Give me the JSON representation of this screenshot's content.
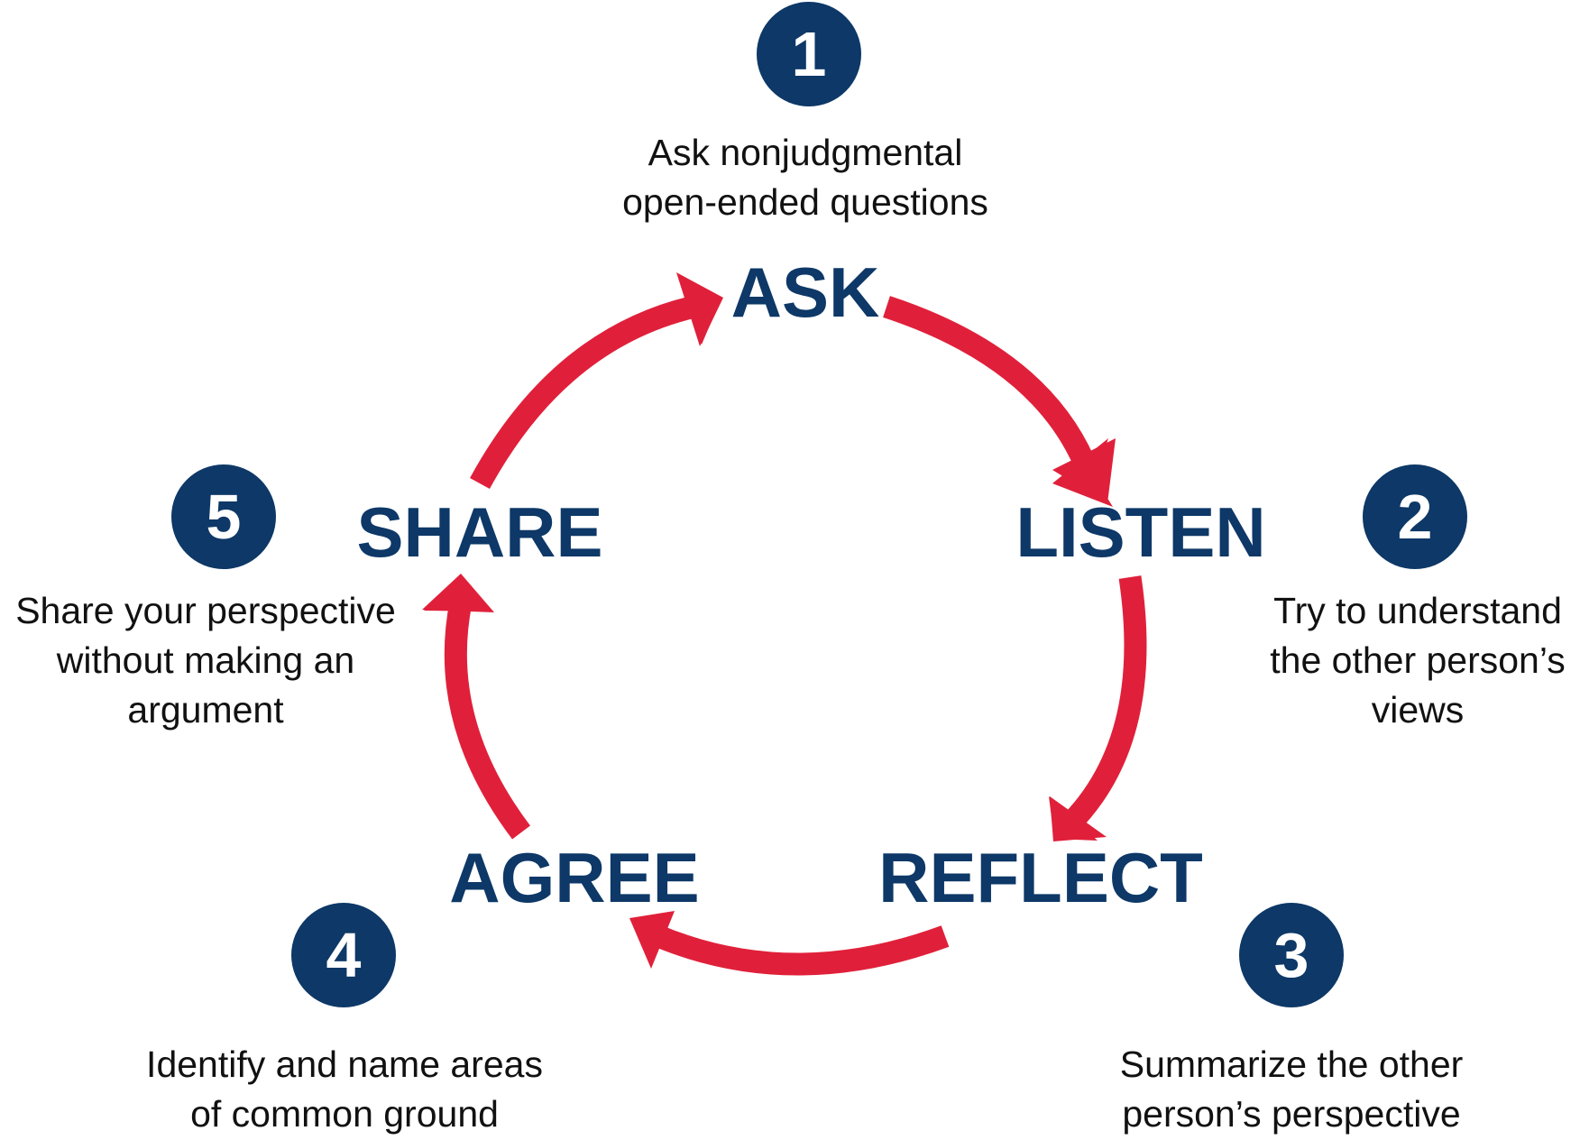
{
  "colors": {
    "navy": "#0d3867",
    "red": "#e0203a",
    "text": "#111111",
    "background": "#ffffff"
  },
  "steps": [
    {
      "number": "1",
      "label": "ASK",
      "description": [
        "Ask nonjudgmental",
        "open-ended questions"
      ]
    },
    {
      "number": "2",
      "label": "LISTEN",
      "description": [
        "Try to understand",
        "the other person’s",
        "views"
      ]
    },
    {
      "number": "3",
      "label": "REFLECT",
      "description": [
        "Summarize the other",
        "person’s perspective"
      ]
    },
    {
      "number": "4",
      "label": "AGREE",
      "description": [
        "Identify and name areas",
        "of common ground"
      ]
    },
    {
      "number": "5",
      "label": "SHARE",
      "description": [
        "Share your perspective",
        "without making an",
        "argument"
      ]
    }
  ],
  "arrows": [
    {
      "from": "ASK",
      "to": "LISTEN",
      "icon": "curved-arrow-icon"
    },
    {
      "from": "LISTEN",
      "to": "REFLECT",
      "icon": "curved-arrow-icon"
    },
    {
      "from": "REFLECT",
      "to": "AGREE",
      "icon": "curved-arrow-icon"
    },
    {
      "from": "AGREE",
      "to": "SHARE",
      "icon": "curved-arrow-icon"
    },
    {
      "from": "SHARE",
      "to": "ASK",
      "icon": "curved-arrow-icon"
    }
  ]
}
